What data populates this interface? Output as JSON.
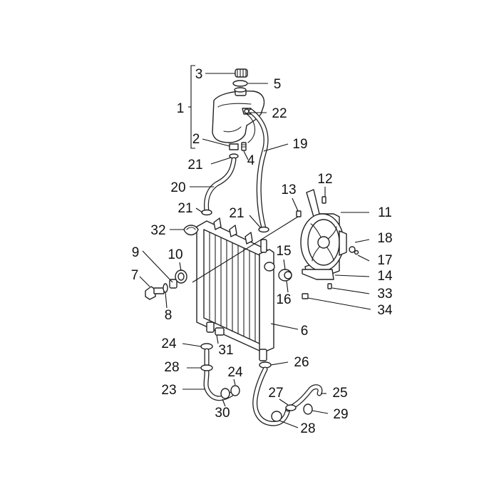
{
  "callouts": [
    {
      "id": "c1",
      "label": "1"
    },
    {
      "id": "c2",
      "label": "2"
    },
    {
      "id": "c3",
      "label": "3"
    },
    {
      "id": "c4",
      "label": "4"
    },
    {
      "id": "c5",
      "label": "5"
    },
    {
      "id": "c6",
      "label": "6"
    },
    {
      "id": "c7",
      "label": "7"
    },
    {
      "id": "c8",
      "label": "8"
    },
    {
      "id": "c9",
      "label": "9"
    },
    {
      "id": "c10",
      "label": "10"
    },
    {
      "id": "c11",
      "label": "11"
    },
    {
      "id": "c12",
      "label": "12"
    },
    {
      "id": "c13",
      "label": "13"
    },
    {
      "id": "c14",
      "label": "14"
    },
    {
      "id": "c15",
      "label": "15"
    },
    {
      "id": "c16",
      "label": "16"
    },
    {
      "id": "c17",
      "label": "17"
    },
    {
      "id": "c18",
      "label": "18"
    },
    {
      "id": "c19",
      "label": "19"
    },
    {
      "id": "c20",
      "label": "20"
    },
    {
      "id": "c21a",
      "label": "21"
    },
    {
      "id": "c21b",
      "label": "21"
    },
    {
      "id": "c21c",
      "label": "21"
    },
    {
      "id": "c22",
      "label": "22"
    },
    {
      "id": "c23",
      "label": "23"
    },
    {
      "id": "c24a",
      "label": "24"
    },
    {
      "id": "c24b",
      "label": "24"
    },
    {
      "id": "c25",
      "label": "25"
    },
    {
      "id": "c26",
      "label": "26"
    },
    {
      "id": "c27",
      "label": "27"
    },
    {
      "id": "c28a",
      "label": "28"
    },
    {
      "id": "c28b",
      "label": "28"
    },
    {
      "id": "c29",
      "label": "29"
    },
    {
      "id": "c30",
      "label": "30"
    },
    {
      "id": "c31",
      "label": "31"
    },
    {
      "id": "c32",
      "label": "32"
    },
    {
      "id": "c33",
      "label": "33"
    },
    {
      "id": "c34",
      "label": "34"
    }
  ]
}
